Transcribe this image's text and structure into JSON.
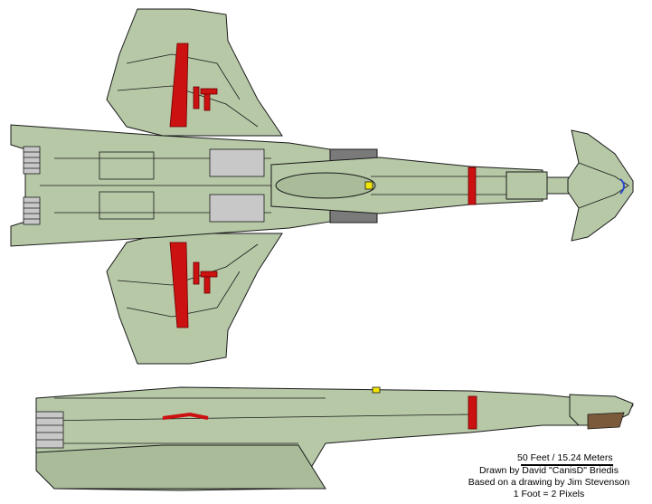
{
  "credits": {
    "scale": "50 Feet / 15.24 Meters",
    "drawn_by": "Drawn by David \"CanisD\" Briedis",
    "based_on": "Based on a drawing by Jim Stevenson",
    "ratio": "1 Foot = 2 Pixels"
  },
  "colors": {
    "hull": "#b6c8a6",
    "hull_shadow": "#9fb08f",
    "outline": "#1a1a1a",
    "marking_red": "#cc1111",
    "engine_grey": "#7a7a7a",
    "window_yellow": "#f2e600",
    "detail_brown": "#7a5a3a",
    "accent_blue": "#2a4acc"
  }
}
